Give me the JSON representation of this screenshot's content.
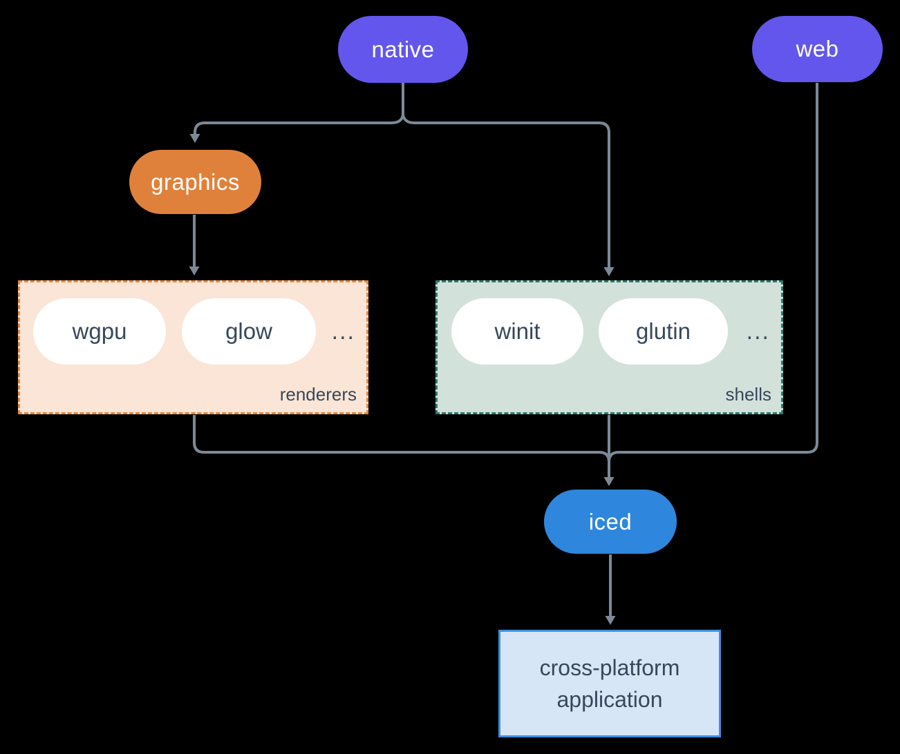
{
  "diagram": {
    "nodes": {
      "native": {
        "label": "native",
        "color": "#6356EC"
      },
      "web": {
        "label": "web",
        "color": "#6356EC"
      },
      "graphics": {
        "label": "graphics",
        "color": "#E0813B"
      },
      "iced": {
        "label": "iced",
        "color": "#2E87DC"
      },
      "app": {
        "line1": "cross-platform",
        "line2": "application",
        "bg": "#D6E6F7",
        "border": "#3D8EDF"
      }
    },
    "groups": {
      "renderers": {
        "label": "renderers",
        "items": [
          "wgpu",
          "glow"
        ],
        "ellipsis": "...",
        "bg": "#FAE5D6",
        "border": "#E8873B"
      },
      "shells": {
        "label": "shells",
        "items": [
          "winit",
          "glutin"
        ],
        "ellipsis": "...",
        "bg": "#D3E1DB",
        "border": "#2A7A6B"
      }
    },
    "edges": [
      {
        "from": "native",
        "to": "graphics"
      },
      {
        "from": "native",
        "to": "shells"
      },
      {
        "from": "graphics",
        "to": "renderers"
      },
      {
        "from": "renderers",
        "to": "iced"
      },
      {
        "from": "shells",
        "to": "iced"
      },
      {
        "from": "web",
        "to": "iced"
      },
      {
        "from": "iced",
        "to": "app"
      }
    ],
    "edge_color": "#7B8A99",
    "text_color": "#36485C",
    "background": "#000000"
  }
}
